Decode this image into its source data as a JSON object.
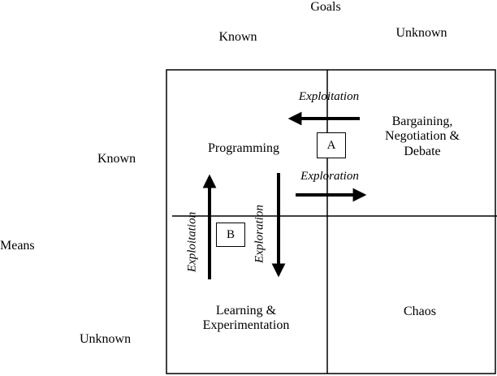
{
  "goals": {
    "title": "Goals",
    "known": "Known",
    "unknown": "Unknown"
  },
  "means": {
    "title": "Means",
    "known": "Known",
    "unknown": "Unknown"
  },
  "quadrants": {
    "top_left": "Programming",
    "top_right": [
      "Bargaining,",
      "Negotiation &",
      "Debate"
    ],
    "bottom_left": [
      "Learning &",
      "Experimentation"
    ],
    "bottom_right": "Chaos"
  },
  "arrows": {
    "top_exploitation": "Exploitation",
    "top_exploration": "Exploration",
    "left_exploitation": "Exploitation",
    "left_exploration": "Exploration"
  },
  "markers": {
    "a": "A",
    "b": "B"
  }
}
